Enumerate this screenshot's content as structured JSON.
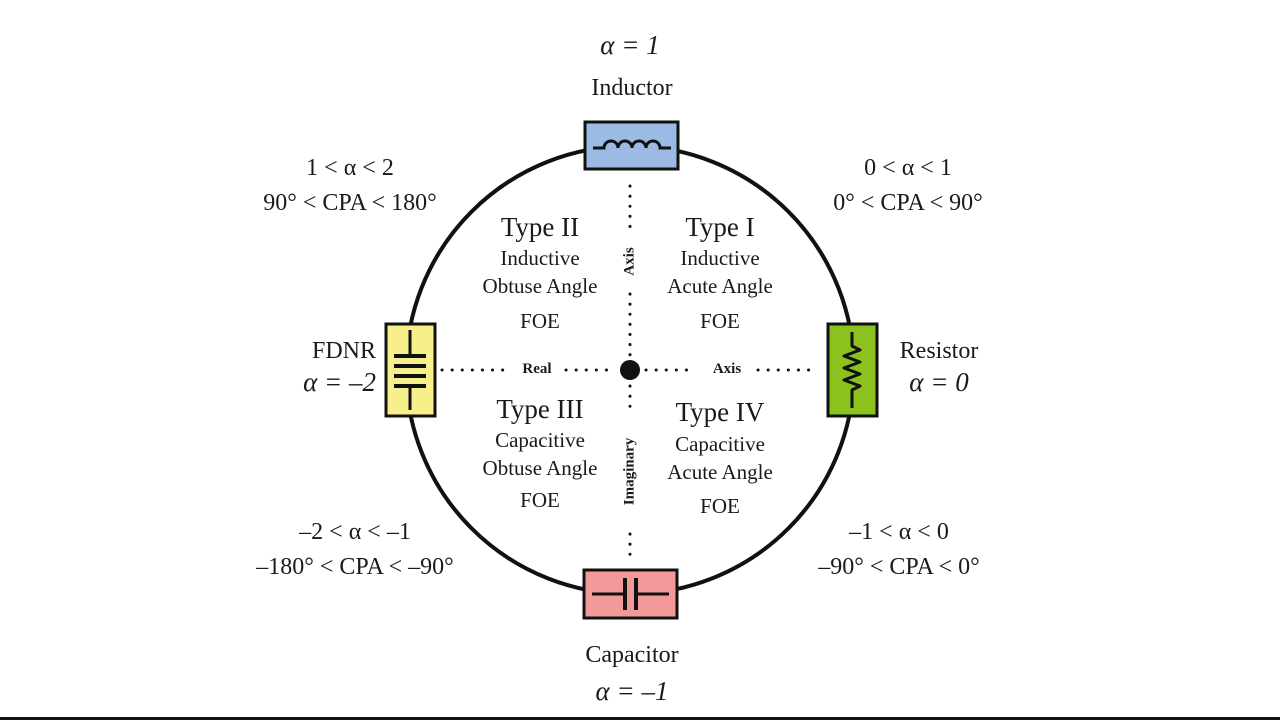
{
  "components": {
    "inductor": {
      "name": "Inductor",
      "alpha": "α = 1",
      "color": "#9bbbe4"
    },
    "resistor": {
      "name": "Resistor",
      "alpha": "α = 0",
      "color": "#8cc21e"
    },
    "capacitor": {
      "name": "Capacitor",
      "alpha": "α = –1",
      "color": "#f29a9a"
    },
    "fdnr": {
      "name": "FDNR",
      "alpha": "α = –2",
      "color": "#f7f08a"
    }
  },
  "ranges": {
    "top_left": {
      "alpha": "1 < α < 2",
      "cpa": "90° < CPA < 180°"
    },
    "top_right": {
      "alpha": "0 < α < 1",
      "cpa": "0° < CPA < 90°"
    },
    "bottom_left": {
      "alpha": "–2 < α < –1",
      "cpa": "–180° < CPA < –90°"
    },
    "bottom_right": {
      "alpha": "–1 < α < 0",
      "cpa": "–90° < CPA < 0°"
    }
  },
  "quadrants": {
    "type1": {
      "title": "Type I",
      "line1": "Inductive",
      "line2": "Acute Angle",
      "line3": "FOE"
    },
    "type2": {
      "title": "Type II",
      "line1": "Inductive",
      "line2": "Obtuse Angle",
      "line3": "FOE"
    },
    "type3": {
      "title": "Type III",
      "line1": "Capacitive",
      "line2": "Obtuse Angle",
      "line3": "FOE"
    },
    "type4": {
      "title": "Type IV",
      "line1": "Capacitive",
      "line2": "Acute Angle",
      "line3": "FOE"
    }
  },
  "axes": {
    "real_left": "Real",
    "real_right": "Axis",
    "imag_top": "Axis",
    "imag_bottom": "Imaginary"
  }
}
